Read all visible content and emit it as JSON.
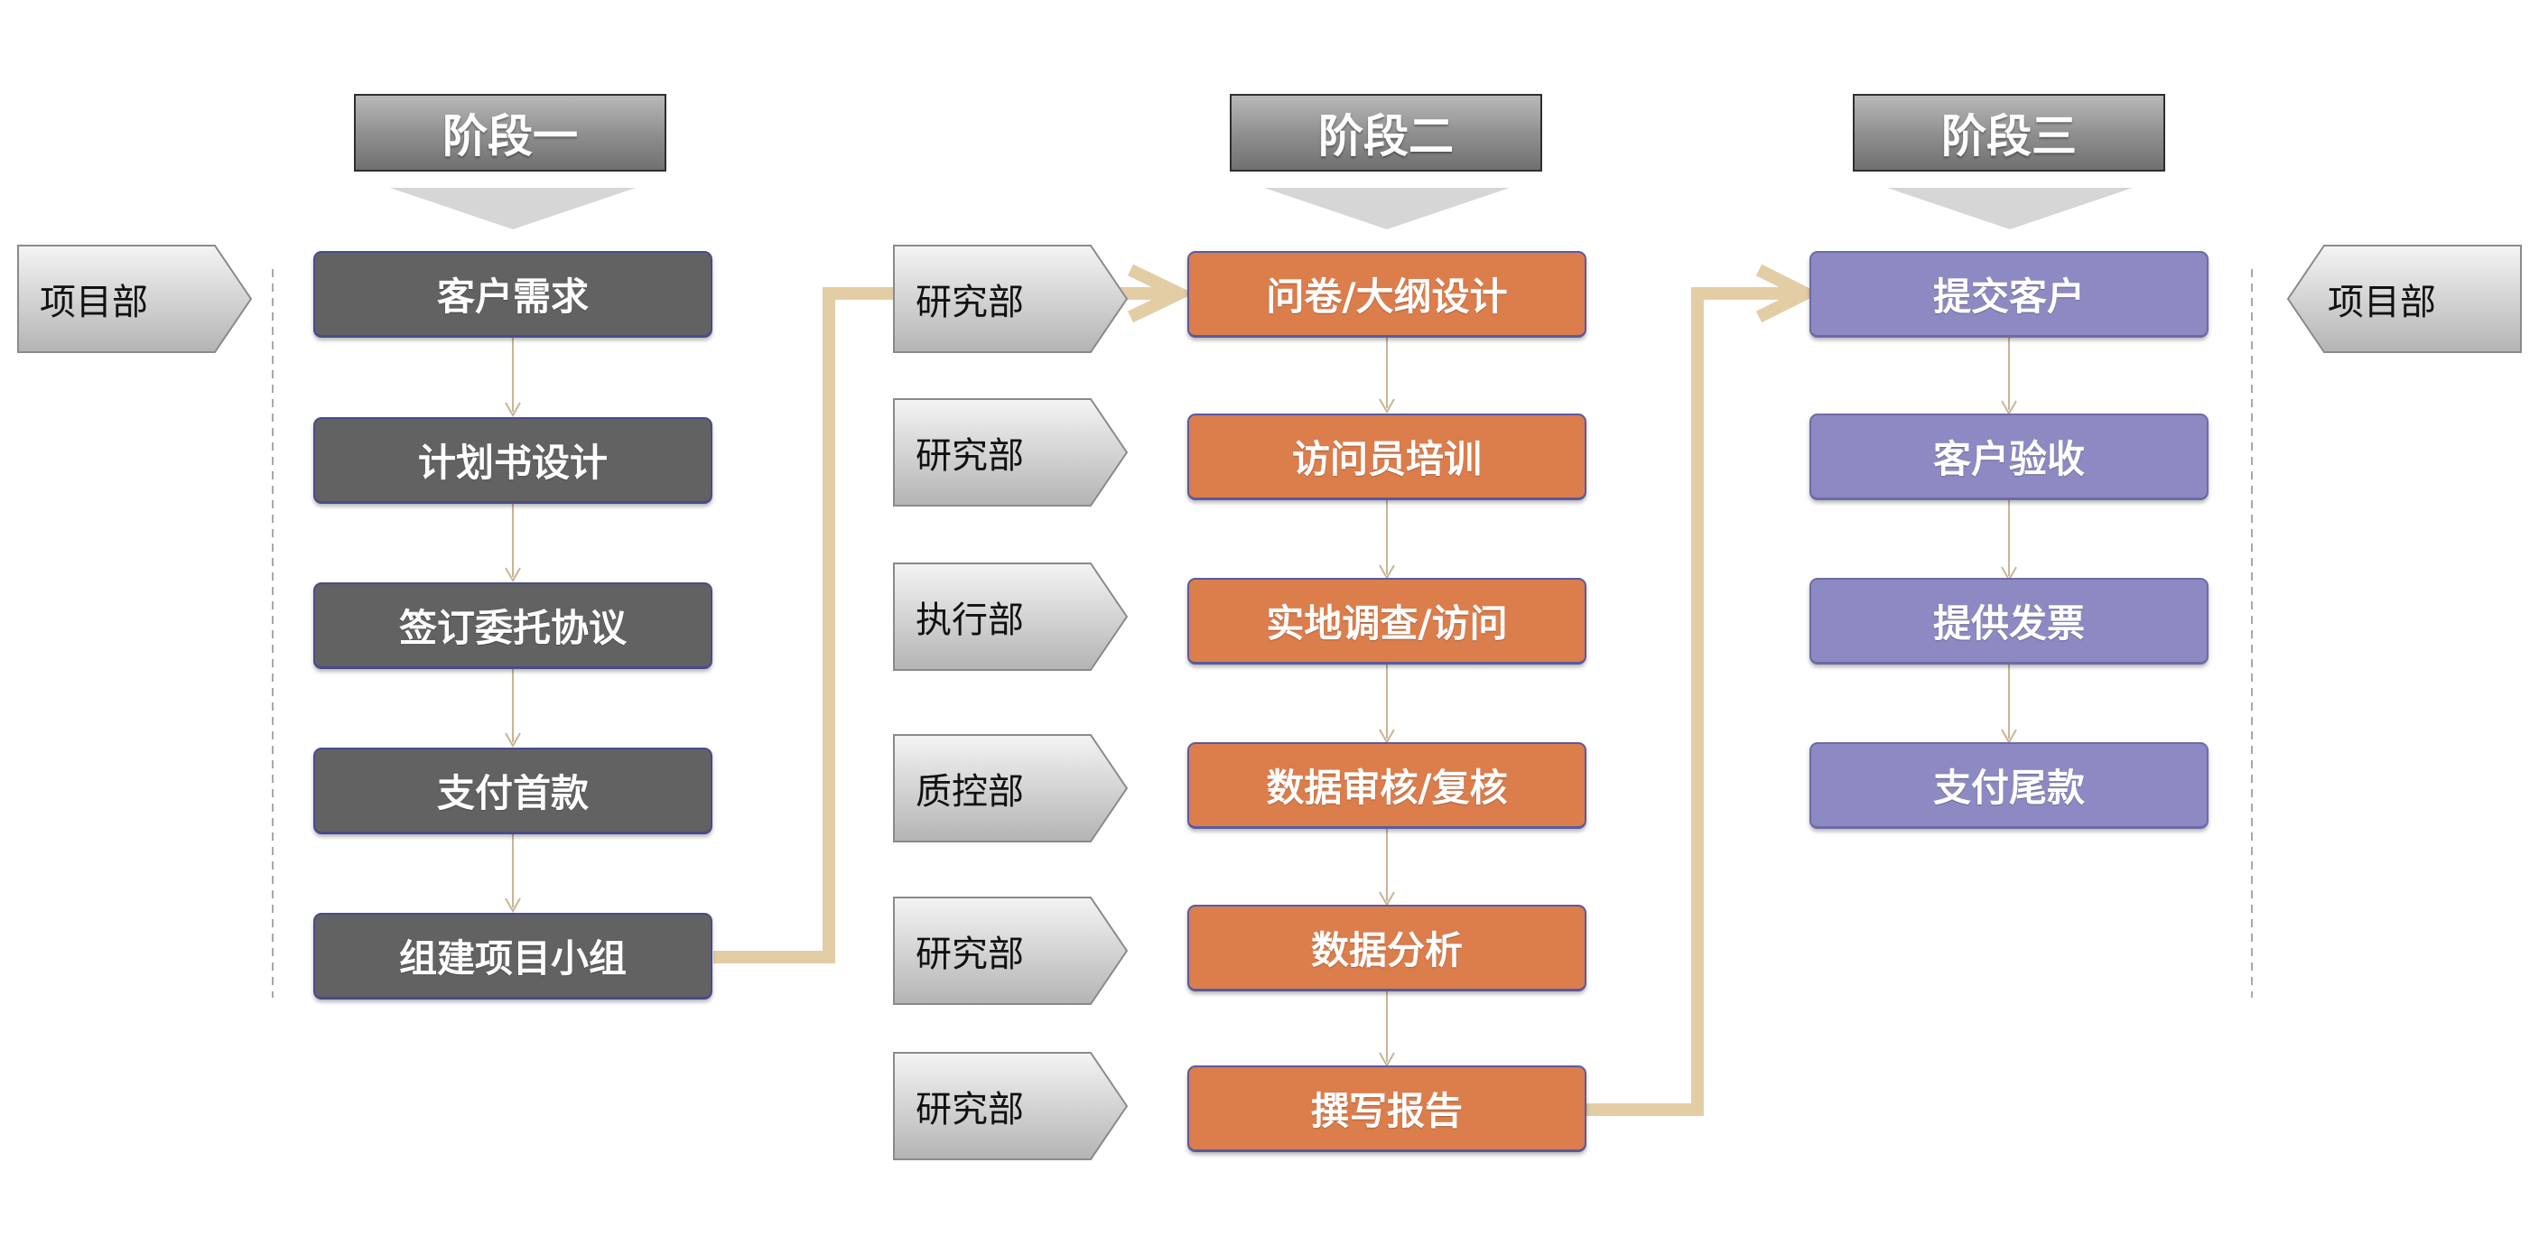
{
  "colors": {
    "stage1_step": "#626262",
    "stage2_step": "#dc7d4c",
    "stage3_step": "#8d89c2",
    "connector": "#e3cda4",
    "vertical_arrow": "#c9b594",
    "step_border": "#6a6ac0"
  },
  "stages": [
    {
      "title": "阶段一",
      "steps": [
        "客户需求",
        "计划书设计",
        "签订委托协议",
        "支付首款",
        "组建项目小组"
      ],
      "dept_side": "项目部"
    },
    {
      "title": "阶段二",
      "steps": [
        "问卷/大纲设计",
        "访问员培训",
        "实地调查/访问",
        "数据审核/复核",
        "数据分析",
        "撰写报告"
      ],
      "departments": [
        "研究部",
        "研究部",
        "执行部",
        "质控部",
        "研究部",
        "研究部"
      ]
    },
    {
      "title": "阶段三",
      "steps": [
        "提交客户",
        "客户验收",
        "提供发票",
        "支付尾款"
      ],
      "dept_side": "项目部"
    }
  ]
}
